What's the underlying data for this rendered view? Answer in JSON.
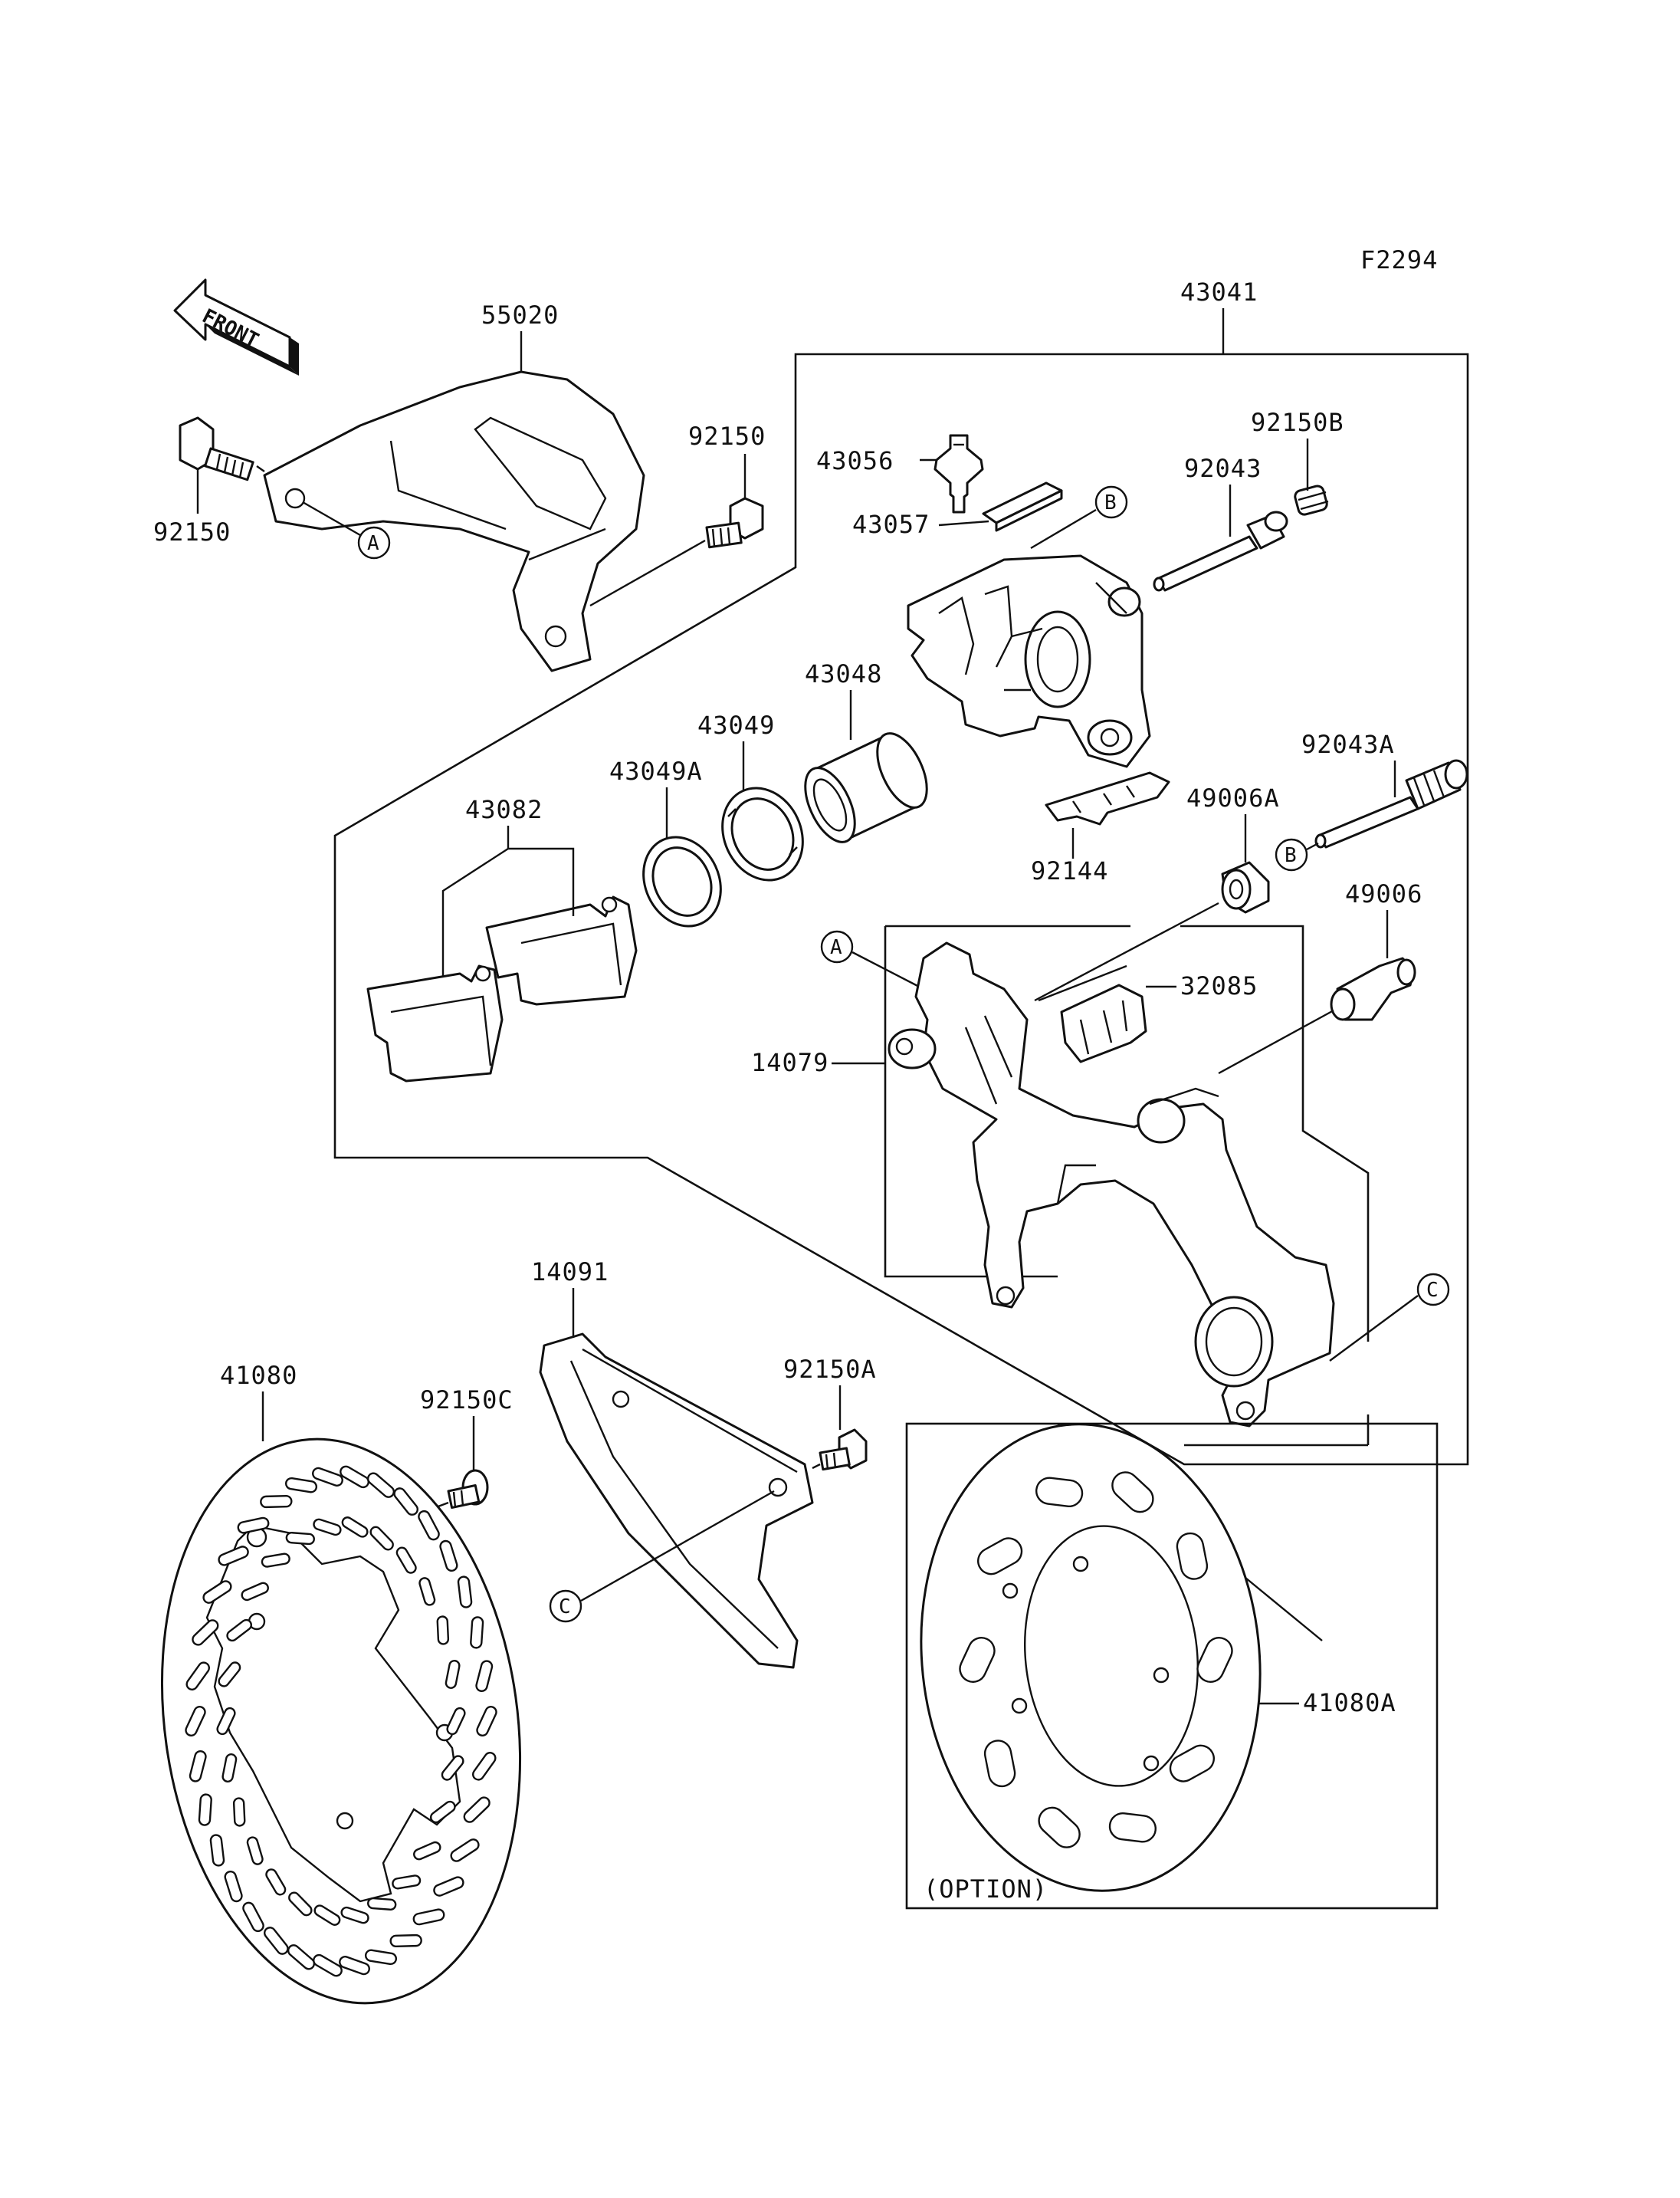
{
  "figure_code": "F2294",
  "front_label": "FRONT",
  "option_label": "(OPTION)",
  "callouts": {
    "a": "A",
    "b": "B",
    "c": "C"
  },
  "parts": {
    "p55020": "55020",
    "p92150_left": "92150",
    "p92150_right": "92150",
    "p43041": "43041",
    "p43056": "43056",
    "p43057": "43057",
    "p92150B": "92150B",
    "p92043": "92043",
    "p43048": "43048",
    "p43049": "43049",
    "p43049A": "43049A",
    "p43082": "43082",
    "p92043A": "92043A",
    "p49006A": "49006A",
    "p92144": "92144",
    "p49006": "49006",
    "p32085": "32085",
    "p14079": "14079",
    "p14091": "14091",
    "p41080": "41080",
    "p92150C": "92150C",
    "p92150A": "92150A",
    "p41080A": "41080A"
  }
}
